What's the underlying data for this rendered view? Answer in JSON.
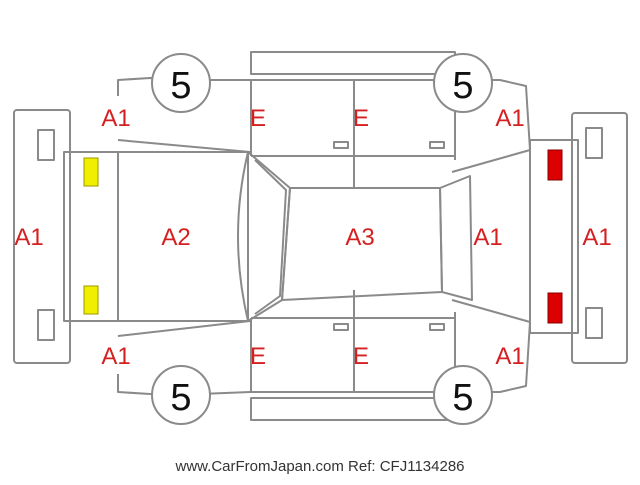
{
  "colors": {
    "outline": "#8a8a8a",
    "damage_label": "#d42020",
    "tire_label": "#111111",
    "front_lamp": "#f2ee00",
    "rear_lamp": "#dd0000"
  },
  "labels": {
    "front_bumper": "A1",
    "rear_bumper": "A1",
    "front_left_fender": "A1",
    "front_right_fender": "A1",
    "rear_left_quarter": "A1",
    "rear_right_quarter": "A1",
    "hood": "A2",
    "roof": "A3",
    "rear_hatch": "A1",
    "door_front_left": "E",
    "door_rear_left": "E",
    "door_front_right": "E",
    "door_rear_right": "E"
  },
  "tires": {
    "front_left": "5",
    "rear_left": "5",
    "front_right": "5",
    "rear_right": "5"
  },
  "footer": "www.CarFromJapan.com Ref: CFJ1134286"
}
